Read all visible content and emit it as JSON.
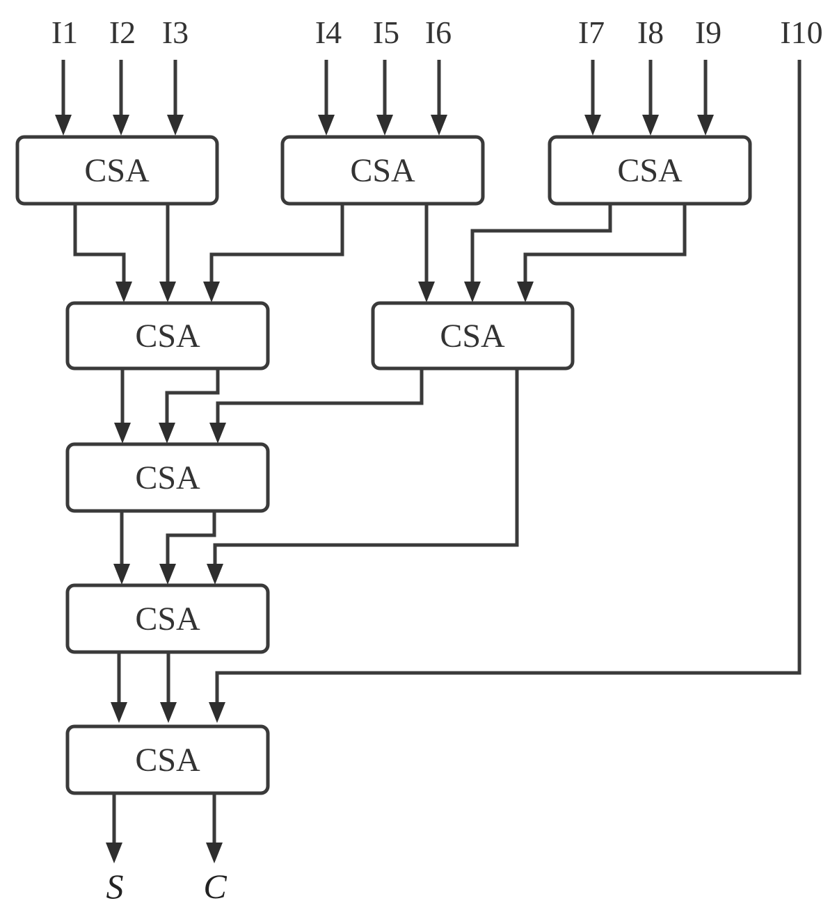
{
  "diagram": {
    "title": "",
    "type": "Wallace tree of carry-save adders (10 inputs)",
    "inputs": [
      {
        "id": "I1",
        "label": "I1"
      },
      {
        "id": "I2",
        "label": "I2"
      },
      {
        "id": "I3",
        "label": "I3"
      },
      {
        "id": "I4",
        "label": "I4"
      },
      {
        "id": "I5",
        "label": "I5"
      },
      {
        "id": "I6",
        "label": "I6"
      },
      {
        "id": "I7",
        "label": "I7"
      },
      {
        "id": "I8",
        "label": "I8"
      },
      {
        "id": "I9",
        "label": "I9"
      },
      {
        "id": "I10",
        "label": "I10"
      }
    ],
    "blocks": [
      {
        "id": "csa1",
        "label": "CSA",
        "level": 1,
        "inputs": [
          "I1",
          "I2",
          "I3"
        ]
      },
      {
        "id": "csa2",
        "label": "CSA",
        "level": 1,
        "inputs": [
          "I4",
          "I5",
          "I6"
        ]
      },
      {
        "id": "csa3",
        "label": "CSA",
        "level": 1,
        "inputs": [
          "I7",
          "I8",
          "I9"
        ]
      },
      {
        "id": "csa4",
        "label": "CSA",
        "level": 2,
        "inputs": [
          "csa1.out1",
          "csa1.out2",
          "csa2.out1"
        ]
      },
      {
        "id": "csa5",
        "label": "CSA",
        "level": 2,
        "inputs": [
          "csa2.out2",
          "csa3.out1",
          "csa3.out2"
        ]
      },
      {
        "id": "csa6",
        "label": "CSA",
        "level": 3,
        "inputs": [
          "csa4.out1",
          "csa4.out2",
          "csa5.out1"
        ]
      },
      {
        "id": "csa7",
        "label": "CSA",
        "level": 4,
        "inputs": [
          "csa6.out1",
          "csa6.out2",
          "csa5.out2"
        ]
      },
      {
        "id": "csa8",
        "label": "CSA",
        "level": 5,
        "inputs": [
          "csa7.out1",
          "csa7.out2",
          "I10"
        ]
      }
    ],
    "outputs": [
      {
        "id": "S",
        "label": "S",
        "from": "csa8"
      },
      {
        "id": "C",
        "label": "C",
        "from": "csa8"
      }
    ]
  }
}
